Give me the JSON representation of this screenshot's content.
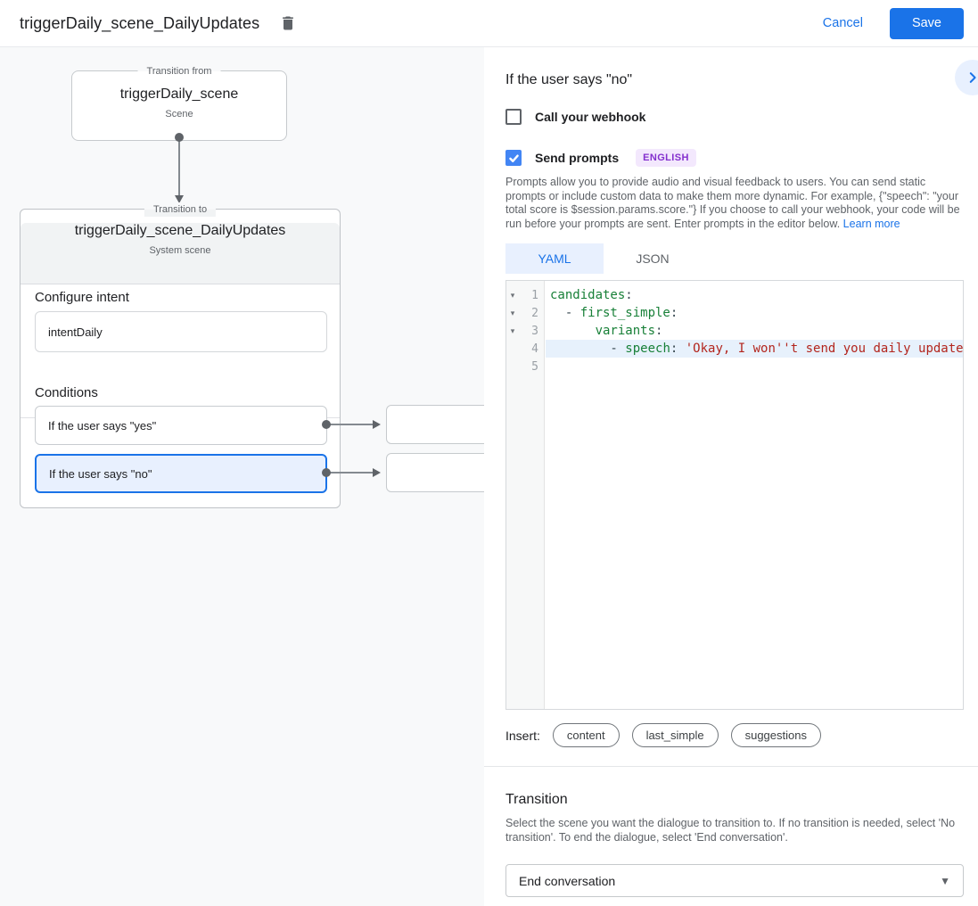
{
  "header": {
    "title": "triggerDaily_scene_DailyUpdates",
    "cancel_label": "Cancel",
    "save_label": "Save"
  },
  "diagram": {
    "from_box": {
      "legend": "Transition from",
      "title": "triggerDaily_scene",
      "subtitle": "Scene"
    },
    "to_box": {
      "legend": "Transition to",
      "title": "triggerDaily_scene_DailyUpdates",
      "subtitle": "System scene",
      "configure_intent_label": "Configure intent",
      "intent_value": "intentDaily",
      "conditions_label": "Conditions",
      "conditions": [
        {
          "label": "If the user says \"yes\"",
          "selected": false
        },
        {
          "label": "If the user says \"no\"",
          "selected": true
        }
      ]
    }
  },
  "panel": {
    "title": "If the user says \"no\"",
    "webhook_checkbox": {
      "label": "Call your webhook",
      "checked": false
    },
    "prompts_checkbox": {
      "label": "Send prompts",
      "checked": true,
      "badge": "ENGLISH"
    },
    "description": "Prompts allow you to provide audio and visual feedback to users. You can send static prompts or include custom data to make them more dynamic. For example, {\"speech\": \"your total score is $session.params.score.\"} If you choose to call your webhook, your code will be run before your prompts are sent. Enter prompts in the editor below. ",
    "learn_more": "Learn more",
    "tabs": [
      {
        "label": "YAML",
        "active": true
      },
      {
        "label": "JSON",
        "active": false
      }
    ],
    "editor": {
      "lines": [
        {
          "n": "1",
          "fold": true,
          "highlight": false,
          "tokens": [
            {
              "t": "candidates",
              "c": "key"
            },
            {
              "t": ":",
              "c": "pun"
            }
          ]
        },
        {
          "n": "2",
          "fold": true,
          "highlight": false,
          "tokens": [
            {
              "t": "  - ",
              "c": "pun"
            },
            {
              "t": "first_simple",
              "c": "key"
            },
            {
              "t": ":",
              "c": "pun"
            }
          ]
        },
        {
          "n": "3",
          "fold": true,
          "highlight": false,
          "tokens": [
            {
              "t": "      ",
              "c": "pun"
            },
            {
              "t": "variants",
              "c": "key"
            },
            {
              "t": ":",
              "c": "pun"
            }
          ]
        },
        {
          "n": "4",
          "fold": false,
          "highlight": true,
          "tokens": [
            {
              "t": "        - ",
              "c": "pun"
            },
            {
              "t": "speech",
              "c": "key"
            },
            {
              "t": ": ",
              "c": "pun"
            },
            {
              "t": "'Okay, I won''t send you daily updates.'",
              "c": "str"
            }
          ]
        },
        {
          "n": "5",
          "fold": false,
          "highlight": false,
          "tokens": []
        }
      ]
    },
    "insert": {
      "label": "Insert:",
      "chips": [
        "content",
        "last_simple",
        "suggestions"
      ]
    },
    "transition": {
      "title": "Transition",
      "description": "Select the scene you want the dialogue to transition to. If no transition is needed, select 'No transition'. To end the dialogue, select 'End conversation'.",
      "select_value": "End conversation"
    }
  },
  "colors": {
    "accent_blue": "#1a73e8",
    "selected_bg": "#e8f0fe",
    "badge_bg": "#f3e8fd",
    "badge_text": "#8430ce",
    "yaml_key_green": "#188038",
    "yaml_string_red": "#b3261e",
    "canvas_bg": "#f8f9fa"
  }
}
